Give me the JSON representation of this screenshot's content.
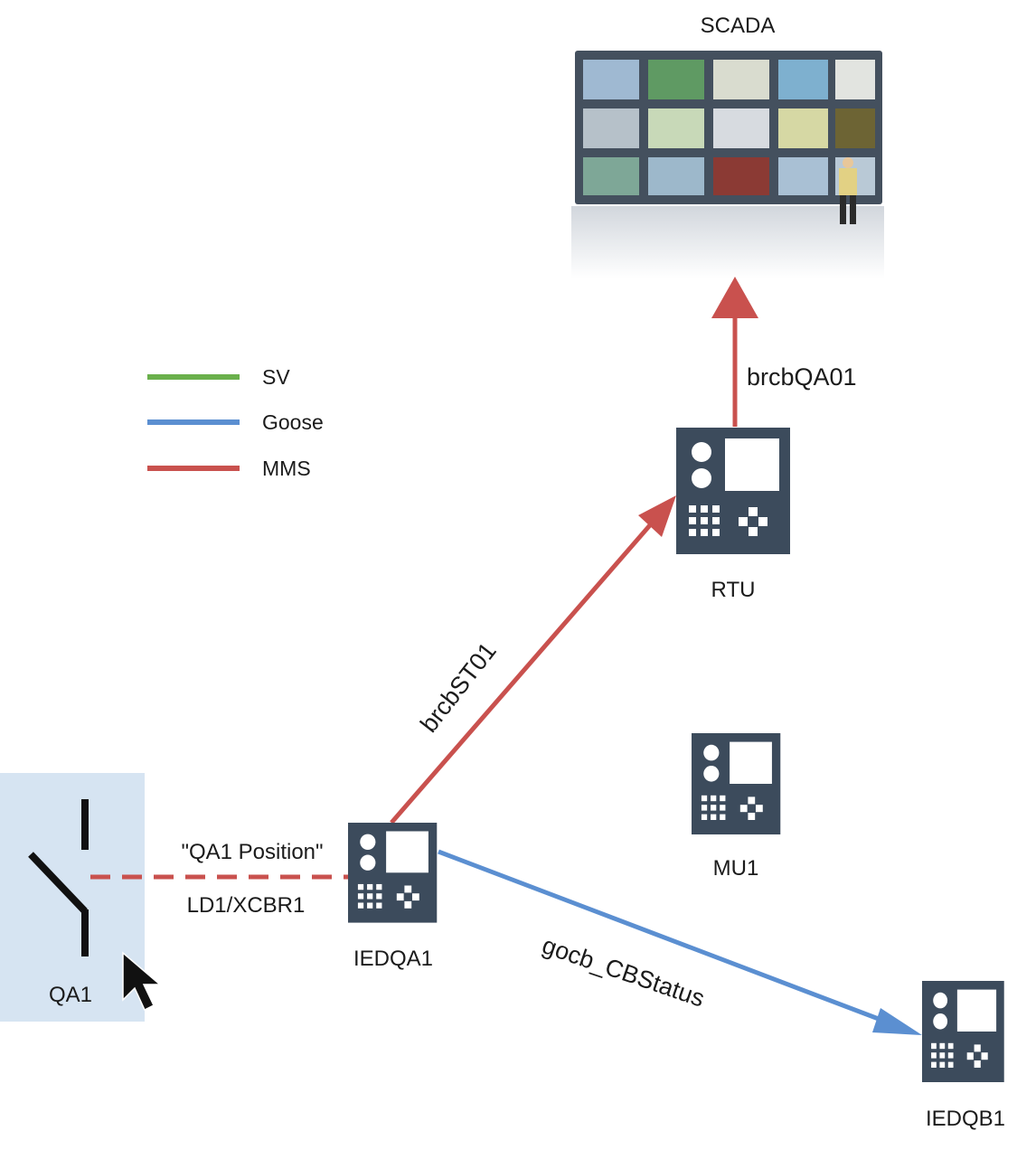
{
  "scada": {
    "label": "SCADA"
  },
  "legend": {
    "items": [
      {
        "label": "SV",
        "color": "#6ab04c"
      },
      {
        "label": "Goose",
        "color": "#5b8fd1"
      },
      {
        "label": "MMS",
        "color": "#c9514e"
      }
    ]
  },
  "nodes": {
    "rtu": {
      "label": "RTU",
      "icon": "ied-device-icon"
    },
    "mu1": {
      "label": "MU1",
      "icon": "ied-device-icon"
    },
    "iedqa1": {
      "label": "IEDQA1",
      "icon": "ied-device-icon"
    },
    "iedqb1": {
      "label": "IEDQB1",
      "icon": "ied-device-icon"
    },
    "qa1": {
      "label": "QA1",
      "icon": "circuit-breaker-icon",
      "highlight": "#d6e4f2"
    }
  },
  "edges": {
    "brcbQA01": {
      "label": "brcbQA01",
      "type": "MMS"
    },
    "brcbST01": {
      "label": "brcbST01",
      "type": "MMS"
    },
    "gocb": {
      "label": "gocb_CBStatus",
      "type": "Goose"
    },
    "position": {
      "label": "\"QA1 Position\"",
      "sublabel": "LD1/XCBR1",
      "type": "MMS"
    }
  },
  "colors": {
    "device": "#3c4b5c",
    "device_light": "#ffffff",
    "mms": "#c9514e",
    "goose": "#5b8fd1"
  }
}
